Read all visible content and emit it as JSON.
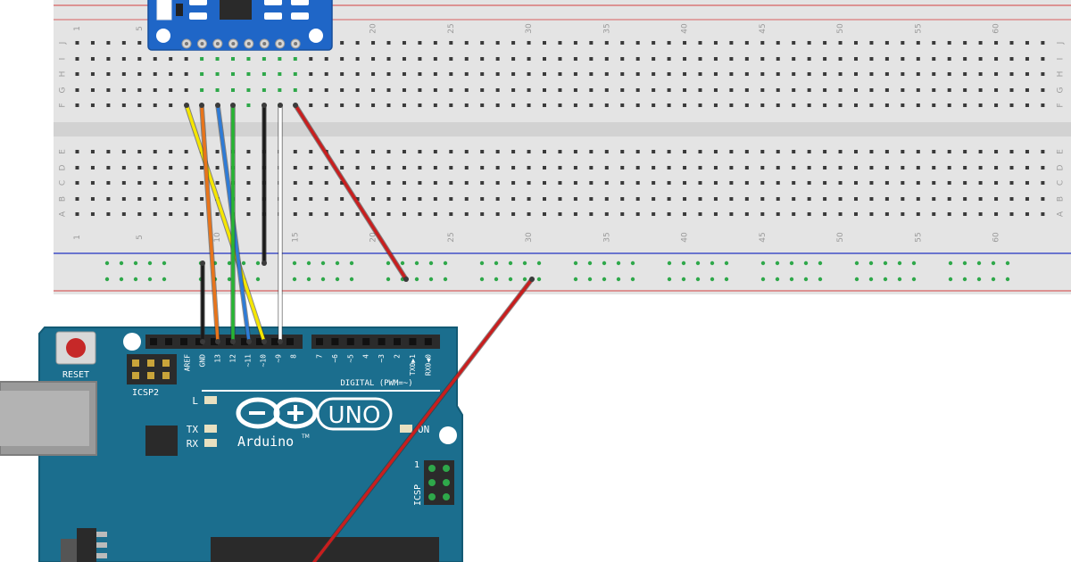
{
  "breadboard": {
    "column_numbers": [
      "1",
      "5",
      "10",
      "15",
      "20",
      "25",
      "30",
      "35",
      "40",
      "45",
      "50",
      "55",
      "60"
    ],
    "row_letters_top": [
      "J",
      "I",
      "H",
      "G",
      "F"
    ],
    "row_letters_bottom": [
      "E",
      "D",
      "C",
      "B",
      "A"
    ],
    "columns": 63
  },
  "wires": [
    {
      "name": "yellow-wire",
      "color": "#f5e600"
    },
    {
      "name": "orange-wire",
      "color": "#e8741a"
    },
    {
      "name": "blue-wire",
      "color": "#2e7bd6"
    },
    {
      "name": "green-wire",
      "color": "#27b533"
    },
    {
      "name": "black-wire",
      "color": "#1a1a1a"
    },
    {
      "name": "white-wire",
      "color": "#ffffff"
    },
    {
      "name": "red-wire",
      "color": "#c81e1e"
    }
  ],
  "arduino": {
    "reset_label": "RESET",
    "icsp2_label": "ICSP2",
    "icsp_label": "ICSP",
    "icsp_pin1": "1",
    "header_left_labels": [
      "AREF",
      "GND",
      "13",
      "12",
      "~11",
      "~10",
      "~9",
      "8"
    ],
    "header_right_labels": [
      "7",
      "~6",
      "~5",
      "4",
      "~3",
      "2",
      "TX0▶1",
      "RX0◀0"
    ],
    "digital_label": "DIGITAL (PWM=~)",
    "led_l": "L",
    "led_tx": "TX",
    "led_rx": "RX",
    "on_label": "ON",
    "brand": "Arduino",
    "trademark": "TM",
    "model": "UNO",
    "colors": {
      "board": "#1b6e8e",
      "board_edge": "#135a74",
      "header": "#2b2b2b",
      "reset_button": "#c62828"
    }
  }
}
